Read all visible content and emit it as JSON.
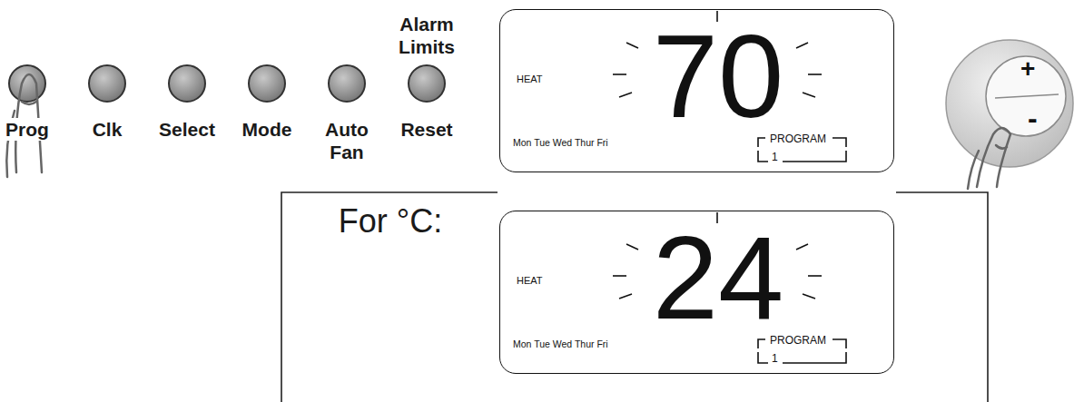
{
  "diagram": {
    "nodes": [
      {
        "text": [
          "HEAT",
          "70",
          "Mon Tue Wed Thur Fri",
          "PROGRAM",
          "1"
        ]
      },
      {
        "text": [
          "+",
          "-"
        ]
      },
      {
        "text": [
          "HEAT",
          "24",
          "Mon Tue Wed Thur Fri",
          "PROGRAM",
          "1"
        ]
      }
    ],
    "labels": [
      "Alarm Limits",
      "Prog",
      "Clk",
      "Select",
      "Mode",
      "Auto Fan",
      "Reset",
      "For °C:"
    ]
  }
}
